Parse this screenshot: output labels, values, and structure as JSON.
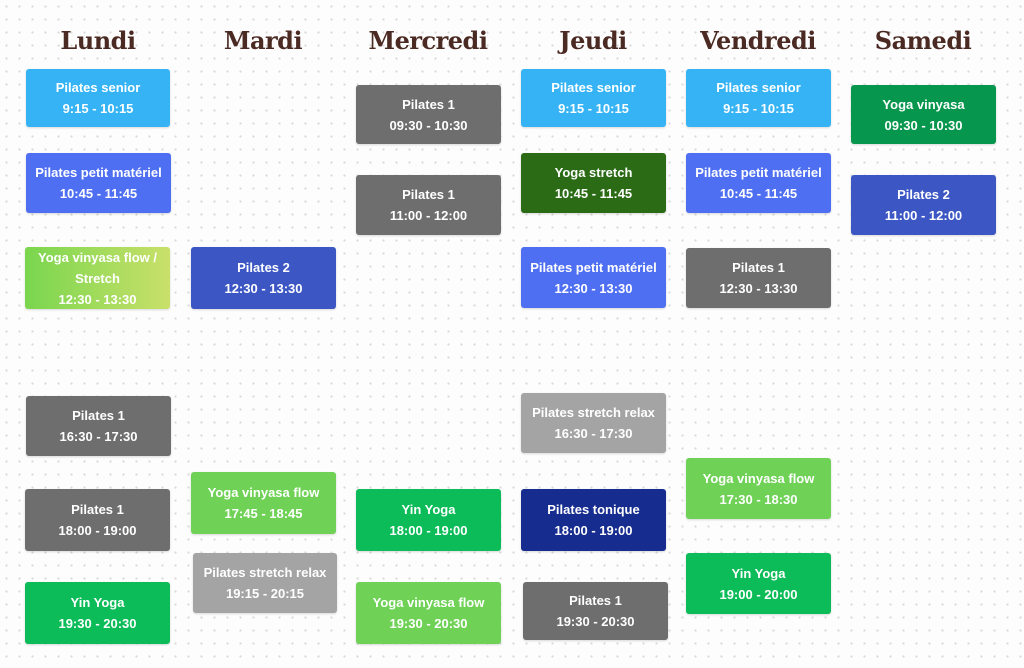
{
  "days": [
    "Lundi",
    "Mardi",
    "Mercredi",
    "Jeudi",
    "Vendredi",
    "Samedi"
  ],
  "colors": {
    "pilates_senior": "#35b3f5",
    "pilates_petit_materiel": "#4f6ff2",
    "pilates_1": "#6e6e6e",
    "pilates_2": "#3c56c4",
    "pilates_stretch_relax": "#a4a4a4",
    "pilates_tonique": "#172c8f",
    "yoga_vinyasa_flow": "#6fd257",
    "yoga_vinyasa": "#07964d",
    "yoga_stretch": "#2b6b15",
    "yin_yoga": "#0bbc58",
    "yoga_flow_stretch_gradient": "#7ad64e",
    "day_heading": "#4a2a22"
  },
  "classes": [
    {
      "day": "Lundi",
      "name": "Pilates senior",
      "time": "9:15 - 10:15"
    },
    {
      "day": "Lundi",
      "name": "Pilates petit matériel",
      "time": "10:45 - 11:45"
    },
    {
      "day": "Lundi",
      "name": "Yoga vinyasa flow / Stretch",
      "time": "12:30 - 13:30"
    },
    {
      "day": "Lundi",
      "name": "Pilates 1",
      "time": "16:30 - 17:30"
    },
    {
      "day": "Lundi",
      "name": "Pilates 1",
      "time": "18:00 - 19:00"
    },
    {
      "day": "Lundi",
      "name": "Yin Yoga",
      "time": "19:30 - 20:30"
    },
    {
      "day": "Mardi",
      "name": "Pilates 2",
      "time": "12:30 - 13:30"
    },
    {
      "day": "Mardi",
      "name": "Yoga vinyasa flow",
      "time": "17:45 - 18:45"
    },
    {
      "day": "Mardi",
      "name": "Pilates stretch relax",
      "time": "19:15 - 20:15"
    },
    {
      "day": "Mercredi",
      "name": "Pilates 1",
      "time": "09:30 - 10:30"
    },
    {
      "day": "Mercredi",
      "name": "Pilates 1",
      "time": "11:00 - 12:00"
    },
    {
      "day": "Mercredi",
      "name": "Yin Yoga",
      "time": "18:00 - 19:00"
    },
    {
      "day": "Mercredi",
      "name": "Yoga vinyasa flow",
      "time": "19:30 - 20:30"
    },
    {
      "day": "Jeudi",
      "name": "Pilates senior",
      "time": "9:15 - 10:15"
    },
    {
      "day": "Jeudi",
      "name": "Yoga stretch",
      "time": "10:45 - 11:45"
    },
    {
      "day": "Jeudi",
      "name": "Pilates petit matériel",
      "time": "12:30 - 13:30"
    },
    {
      "day": "Jeudi",
      "name": "Pilates stretch relax",
      "time": "16:30 - 17:30"
    },
    {
      "day": "Jeudi",
      "name": "Pilates tonique",
      "time": "18:00 - 19:00"
    },
    {
      "day": "Jeudi",
      "name": "Pilates 1",
      "time": "19:30 - 20:30"
    },
    {
      "day": "Vendredi",
      "name": "Pilates senior",
      "time": "9:15 - 10:15"
    },
    {
      "day": "Vendredi",
      "name": "Pilates petit matériel",
      "time": "10:45 - 11:45"
    },
    {
      "day": "Vendredi",
      "name": "Pilates 1",
      "time": "12:30 - 13:30"
    },
    {
      "day": "Vendredi",
      "name": "Yoga vinyasa flow",
      "time": "17:30 - 18:30"
    },
    {
      "day": "Vendredi",
      "name": "Yin Yoga",
      "time": "19:00 - 20:00"
    },
    {
      "day": "Samedi",
      "name": "Yoga vinyasa",
      "time": "09:30 - 10:30"
    },
    {
      "day": "Samedi",
      "name": "Pilates 2",
      "time": "11:00 - 12:00"
    }
  ]
}
